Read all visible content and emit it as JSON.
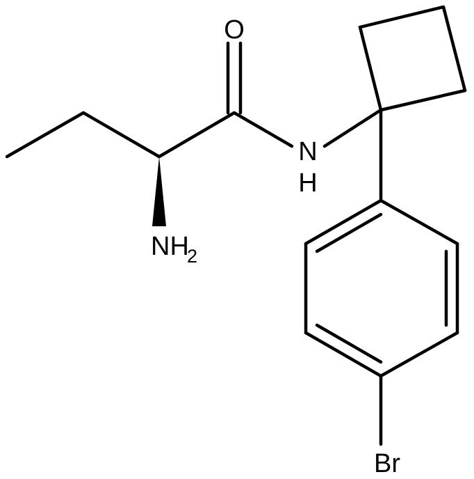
{
  "molecule": {
    "atom_labels": {
      "oxygen": "O",
      "amide_n": "N",
      "amide_h": "H",
      "amine_nh": "NH",
      "amine_sub": "2",
      "bromine": "Br"
    }
  },
  "colors": {
    "bond": "#000000",
    "background": "#ffffff"
  }
}
